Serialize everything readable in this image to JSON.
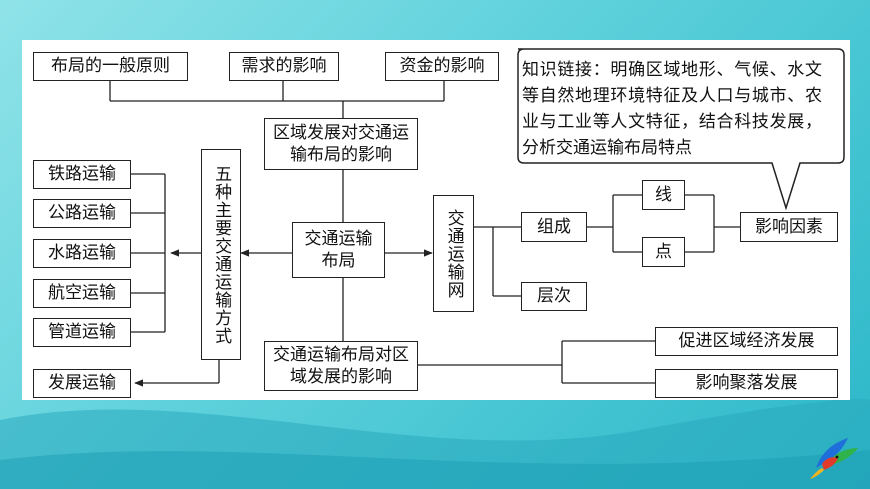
{
  "top_factors": [
    "布局的一般原则",
    "需求的影响",
    "资金的影响"
  ],
  "knowledge_link": "知识链接：明确区域地形、气候、水文等自然地理环境特征及人口与城市、农业与工业等人文特征，结合科技发展，分析交通运输布局特点",
  "region_to_transport": "区域发展对交通运输布局的影响",
  "five_modes_title": "五种主要交通运输方式",
  "modes": [
    "铁路运输",
    "公路运输",
    "水路运输",
    "航空运输",
    "管道运输"
  ],
  "development": "发展运输",
  "center": "交通运输布局",
  "network_title": "交通运输网",
  "composition": "组成",
  "levels": "层次",
  "line": "线",
  "point": "点",
  "influence_factors": "影响因素",
  "transport_to_region": "交通运输布局对区域发展的影响",
  "effects": [
    "促进区域经济发展",
    "影响聚落发展"
  ],
  "colors": {
    "background": "#5cd0db",
    "panel": "#ffffff",
    "border": "#222222"
  }
}
